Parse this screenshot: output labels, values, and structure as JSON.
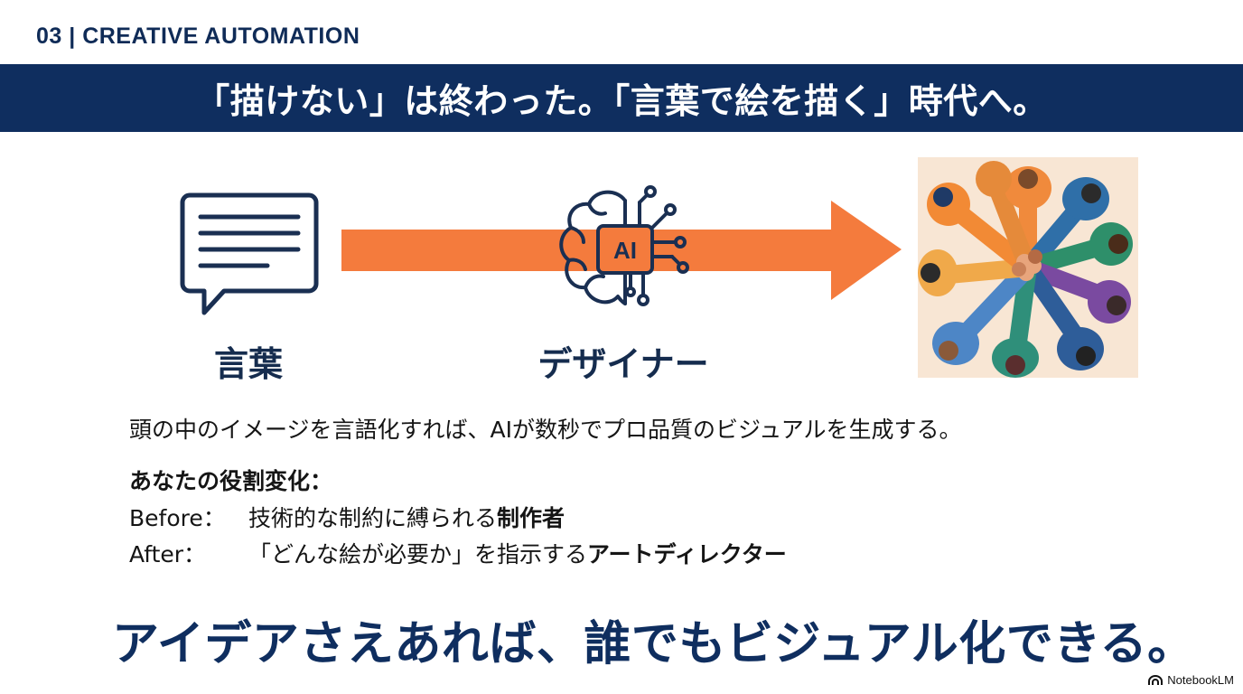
{
  "header": {
    "section_label": "03 | CREATIVE AUTOMATION",
    "title": "「描けない」は終わった。「言葉で絵を描く」時代へ。"
  },
  "diagram": {
    "left_label": "言葉",
    "middle_label": "デザイナー",
    "ai_chip_text": "AI",
    "icons": {
      "left": "speech-bubble-document-icon",
      "middle": "ai-brain-circuit-icon",
      "right": "team-hands-together-illustration"
    },
    "colors": {
      "arrow": "#f47b3d",
      "navy": "#0f2e5f"
    }
  },
  "body": {
    "description": "頭の中のイメージを言語化すれば、AIが数秒でプロ品質のビジュアルを生成する。",
    "role_heading": "あなたの役割変化：",
    "before_tag": "Before：",
    "before_text": "技術的な制約に縛られる",
    "before_bold": "制作者",
    "after_tag": "After：",
    "after_text": "「どんな絵が必要か」を指示する",
    "after_bold": "アートディレクター"
  },
  "tagline": "アイデアさえあれば、誰でもビジュアル化できる。",
  "brand": "NotebookLM"
}
